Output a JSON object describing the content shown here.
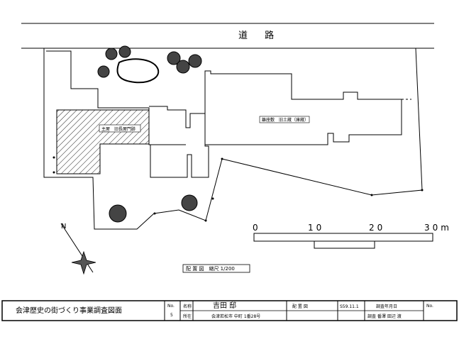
{
  "road_label": "道 路",
  "labels": {
    "front_building": "主屋　旧長屋門跡",
    "rear_building": "離座敷　旧土蔵（庫蔵）",
    "caption": "配 置 図　縮尺 1/200"
  },
  "scale_bar": {
    "ticks": [
      "0",
      "10",
      "20",
      "30m"
    ]
  },
  "north_label": "N",
  "title_block": {
    "project_title": "会津歴史の街づくり事業調査図面",
    "sheet_no_label": "No.",
    "sheet_no_value": "5",
    "name_label": "名称",
    "name_value": "吉田 邸",
    "location_label": "所在",
    "location_value": "会津若松市 中町 1番28号",
    "drawing_label": "配 置 図",
    "date_value": "S59.11.1",
    "survey_label": "調査年月日",
    "staff_value": "調査 番澤 田辺 渡",
    "number_label": "No."
  }
}
